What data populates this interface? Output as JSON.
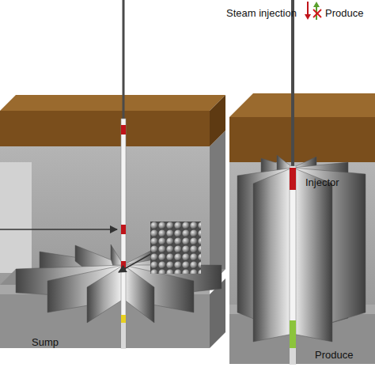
{
  "diagram": {
    "labels": [
      "Steam injection",
      "Produce",
      "Injector",
      "Sump",
      "Produce"
    ]
  }
}
